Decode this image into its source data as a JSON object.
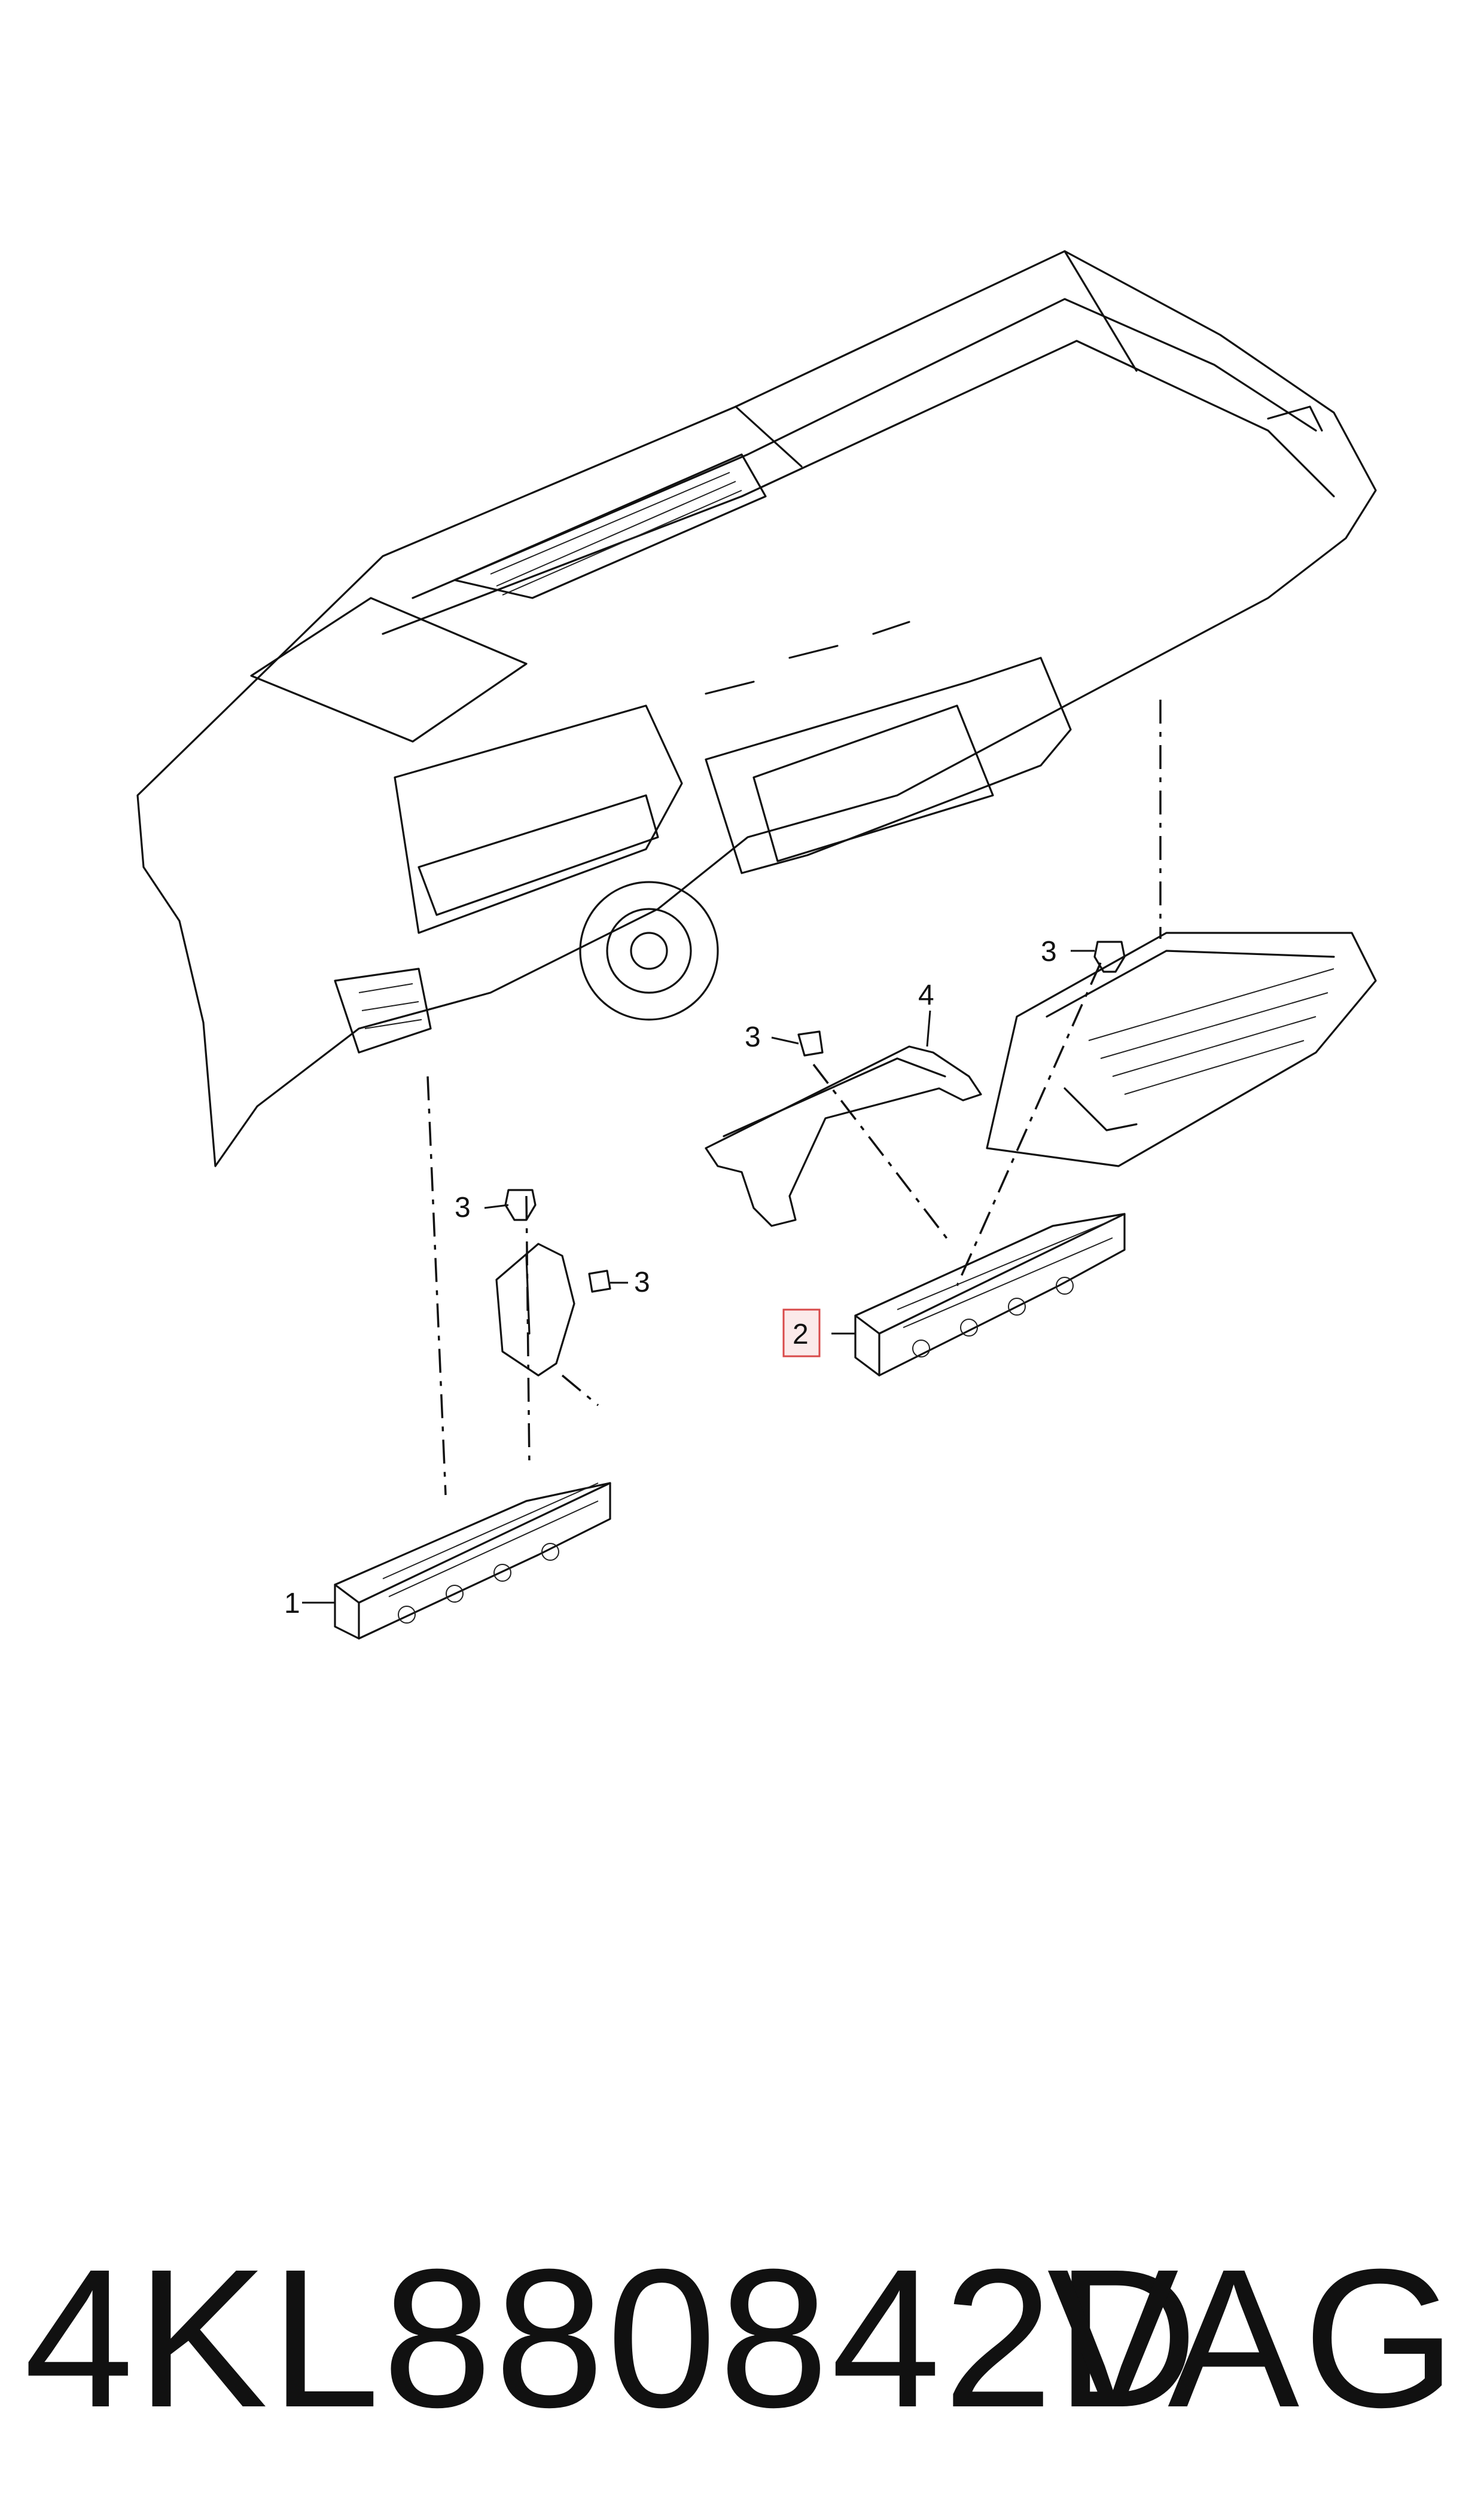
{
  "diagram": {
    "callouts": {
      "item1": "1",
      "item2": "2",
      "item3a": "3",
      "item3b": "3",
      "item3c": "3",
      "item3d": "3",
      "item4": "4"
    },
    "highlight_color": "#d84a4a"
  },
  "footer": {
    "part_number": "4KL880842D",
    "brand": "VAG"
  }
}
